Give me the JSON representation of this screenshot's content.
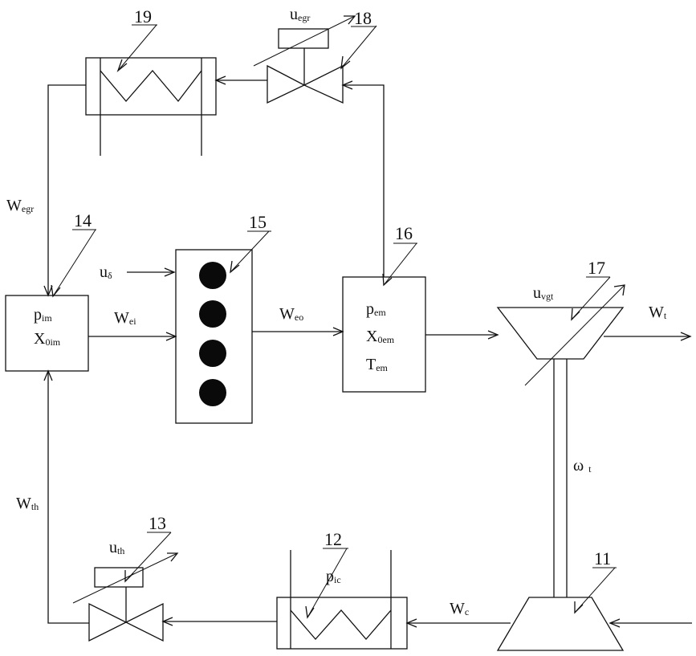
{
  "components": {
    "c11": "11",
    "c12": "12",
    "c13": "13",
    "c14": "14",
    "c15": "15",
    "c16": "16",
    "c17": "17",
    "c18": "18",
    "c19": "19"
  },
  "symbols": {
    "w_egr_main": "W",
    "w_egr_sub": "egr",
    "u_egr_main": "u",
    "u_egr_sub": "egr",
    "u_delta_main": "u",
    "u_delta_sub": "δ",
    "p_im_main": "p",
    "p_im_sub": "im",
    "x_im_main": "X",
    "x_im_sub": "0im",
    "w_ei_main": "W",
    "w_ei_sub": "ei",
    "w_eo_main": "W",
    "w_eo_sub": "eo",
    "p_em_main": "p",
    "p_em_sub": "em",
    "x_em_main": "X",
    "x_em_sub": "0em",
    "t_em_main": "T",
    "t_em_sub": "em",
    "u_vgt_main": "u",
    "u_vgt_sub": "vgt",
    "w_t_main": "W",
    "w_t_sub": "t",
    "omega_main": "ω",
    "omega_sub": "t",
    "w_th_main": "W",
    "w_th_sub": "th",
    "u_th_main": "u",
    "u_th_sub": "th",
    "p_ic_main": "p",
    "p_ic_sub": "ic",
    "w_c_main": "W",
    "w_c_sub": "c"
  }
}
